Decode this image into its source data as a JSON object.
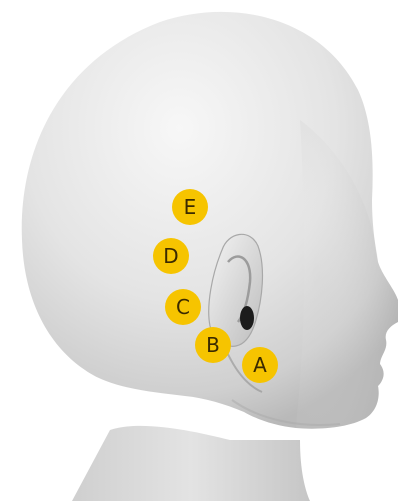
{
  "colors": {
    "background": "#ffffff",
    "marker_fill": "#f6c400",
    "marker_text": "#3a2a00",
    "skin_light": "#f2f2f2",
    "skin_mid": "#d9d9d9",
    "skin_dark": "#b5b5b5"
  },
  "icons": {
    "head": "head-side-profile-icon",
    "ear": "ear-icon"
  },
  "markers": [
    {
      "id": "a",
      "label": "A"
    },
    {
      "id": "b",
      "label": "B"
    },
    {
      "id": "c",
      "label": "C"
    },
    {
      "id": "d",
      "label": "D"
    },
    {
      "id": "e",
      "label": "E"
    }
  ]
}
